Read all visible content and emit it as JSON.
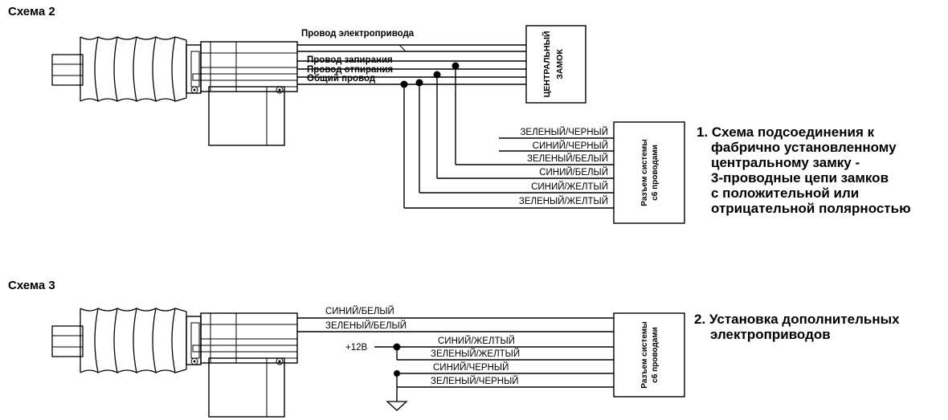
{
  "scheme2": {
    "title": "Схема 2",
    "labels": {
      "motor_wire": "Провод электропривода",
      "lock_wire": "Провод запирания",
      "unlock_wire": "Провод отпирания",
      "common_wire": "Общий провод"
    },
    "central_lock": {
      "line1": "ЦЕНТРАЛЬНЫЙ",
      "line2": "ЗАМОК"
    },
    "connector": {
      "line1": "Разъем системы",
      "line2": "с6 проводами"
    },
    "wires": [
      "ЗЕЛЕНЫЙ/ЧЕРНЫЙ",
      "СИНИЙ/ЧЕРНЫЙ",
      "ЗЕЛЕНЫЙ/БЕЛЫЙ",
      "СИНИЙ/БЕЛЫЙ",
      "СИНИЙ/ЖЕЛТЫЙ",
      "ЗЕЛЕНЫЙ/ЖЕЛТЫЙ"
    ],
    "description": [
      "1. Схема подсоединения к",
      "фабрично установленному",
      "центральному замку -",
      "3-проводные цепи замков",
      "с положительной или",
      "отрицательной полярностью"
    ]
  },
  "scheme3": {
    "title": "Схема 3",
    "wires": [
      "СИНИЙ/БЕЛЫЙ",
      "ЗЕЛЕНЫЙ/БЕЛЫЙ",
      "СИНИЙ/ЖЕЛТЫЙ",
      "ЗЕЛЕНЫЙ/ЖЕЛТЫЙ",
      "СИНИЙ/ЧЕРНЫЙ",
      "ЗЕЛЕНЫЙ/ЧЕРНЫЙ"
    ],
    "plus12": "+12В",
    "connector": {
      "line1": "Разъем системы",
      "line2": "с6 проводами"
    },
    "description": [
      "2. Установка дополнительных",
      "электроприводов"
    ]
  }
}
